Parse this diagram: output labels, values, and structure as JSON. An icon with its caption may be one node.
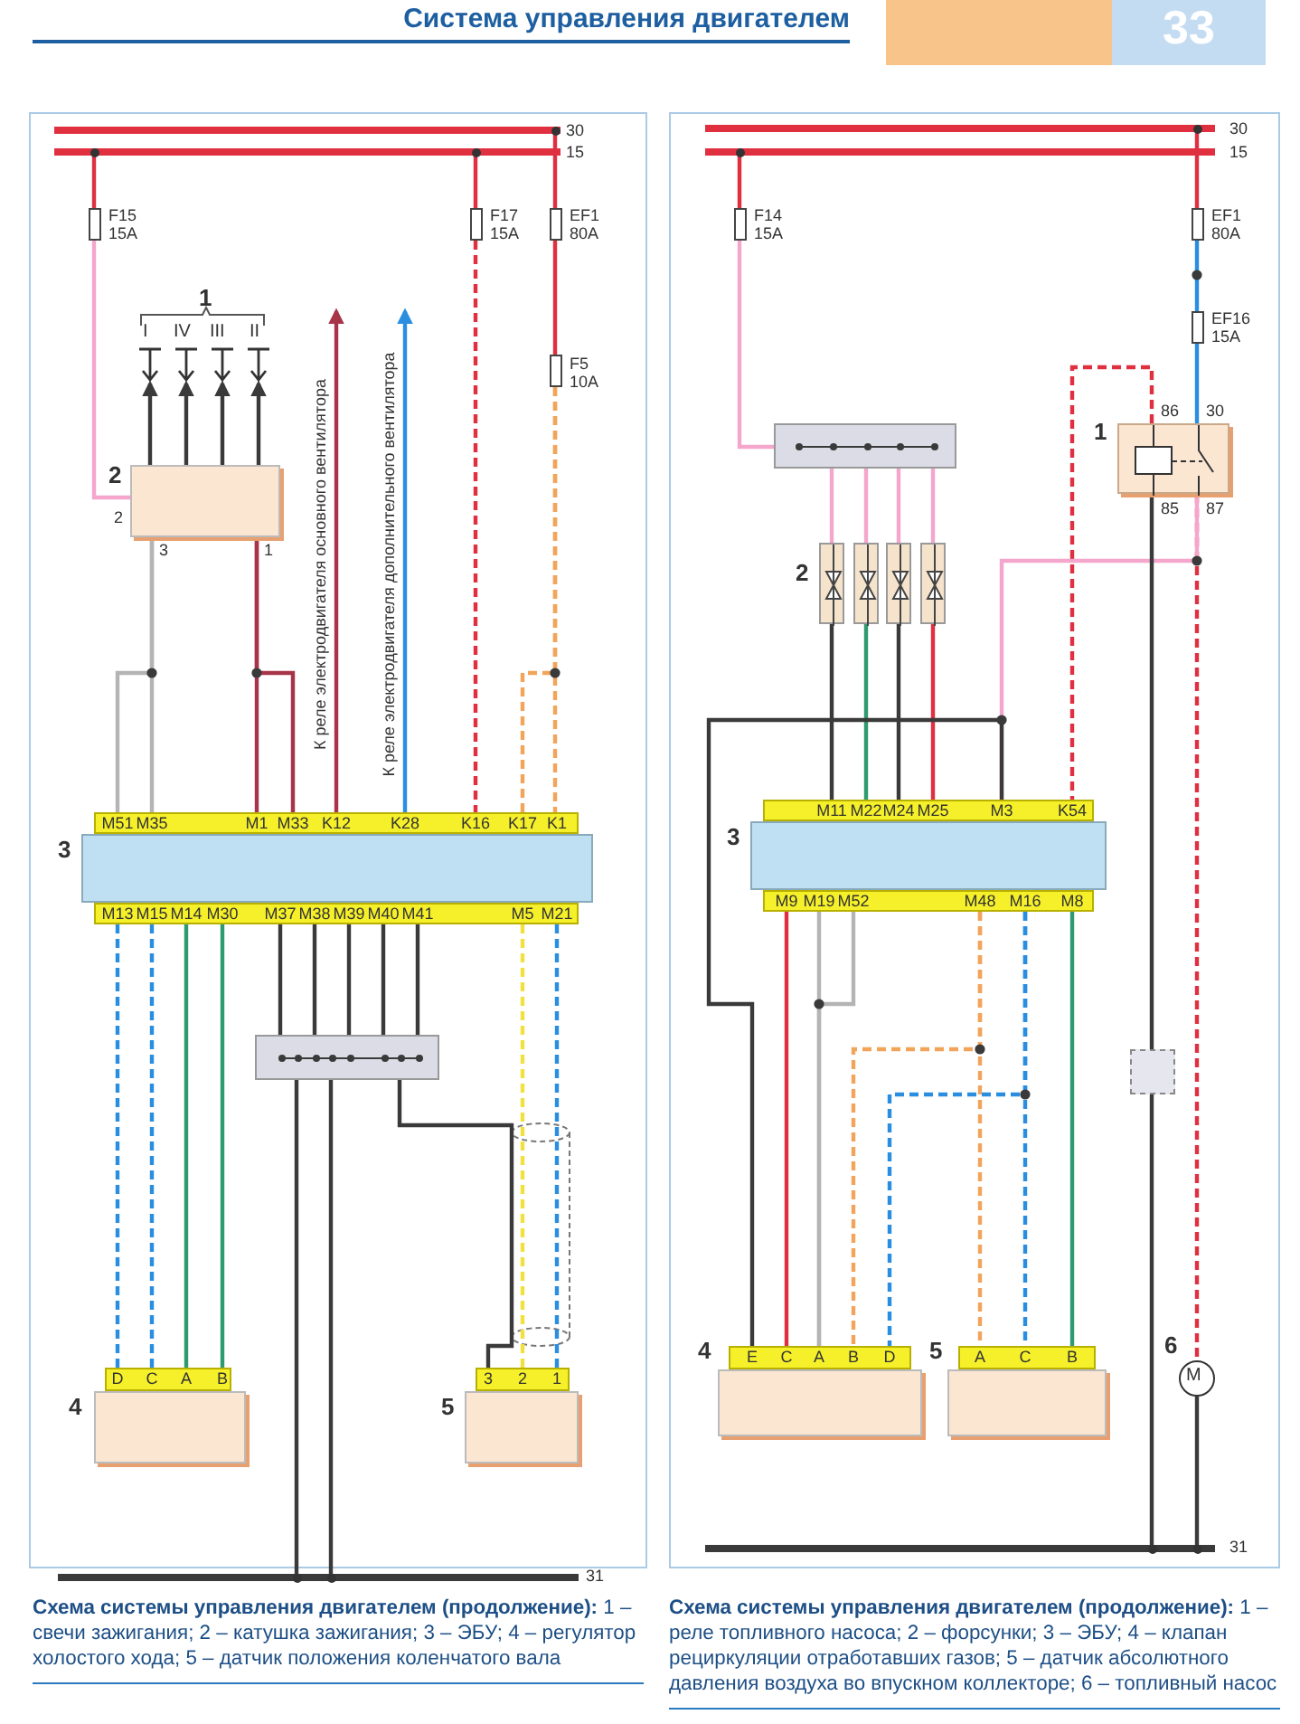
{
  "diagram": {
    "title": "Система управления двигателем",
    "nodes": [
      {
        "text": [],
        "shape": "bar",
        "beside": [
          "30"
        ]
      },
      {
        "text": [],
        "shape": "bar",
        "beside": [
          "15"
        ]
      },
      {
        "text": [],
        "shape": "fuse",
        "beside": [
          "F15 15A"
        ]
      },
      {
        "text": [],
        "shape": "fuse",
        "beside": [
          "F17 15A"
        ]
      },
      {
        "text": [],
        "shape": "fuse",
        "beside": [
          "EF1 80A"
        ]
      },
      {
        "text": [],
        "shape": "fuse",
        "beside": [
          "F5 10A"
        ]
      },
      {
        "text": [
          "I"
        ]
      },
      {
        "text": [
          "IV"
        ]
      },
      {
        "text": [
          "III"
        ]
      },
      {
        "text": [
          "II"
        ]
      },
      {
        "text": [
          "2"
        ],
        "beside": [
          "2",
          "3",
          "1"
        ]
      },
      {
        "text": [
          "3"
        ],
        "beside": [
          "M51",
          "M35",
          "M1",
          "M33",
          "K12",
          "K28",
          "K16",
          "K17",
          "K1",
          "M13",
          "M15",
          "M14",
          "M30",
          "M37",
          "M38",
          "M39",
          "M40",
          "M41",
          "M5",
          "M21"
        ]
      },
      {
        "text": [],
        "shape": "box"
      },
      {
        "text": [
          "4"
        ],
        "beside": [
          "D",
          "C",
          "A",
          "B"
        ]
      },
      {
        "text": [
          "5"
        ],
        "beside": [
          "3",
          "2",
          "1"
        ]
      },
      {
        "text": [],
        "shape": "bar",
        "beside": [
          "31"
        ]
      },
      {
        "text": [],
        "shape": "bar",
        "beside": [
          "30"
        ]
      },
      {
        "text": [],
        "shape": "bar",
        "beside": [
          "15"
        ]
      },
      {
        "text": [],
        "shape": "fuse",
        "beside": [
          "F14 15A"
        ]
      },
      {
        "text": [],
        "shape": "fuse",
        "beside": [
          "EF1 80A"
        ]
      },
      {
        "text": [],
        "shape": "fuse",
        "beside": [
          "EF16 15A"
        ]
      },
      {
        "text": [
          "1"
        ],
        "beside": [
          "86",
          "30",
          "85",
          "87"
        ]
      },
      {
        "text": [],
        "shape": "box"
      },
      {
        "text": [],
        "shape": "valve"
      },
      {
        "text": [],
        "shape": "valve"
      },
      {
        "text": [],
        "shape": "valve"
      },
      {
        "text": [],
        "shape": "valve"
      },
      {
        "text": [
          "3"
        ],
        "beside": [
          "M11",
          "M22",
          "M24",
          "M25",
          "M3",
          "K54",
          "M9",
          "M19",
          "M52",
          "M48",
          "M16",
          "M8"
        ]
      },
      {
        "text": [
          "4"
        ],
        "beside": [
          "E",
          "C",
          "A",
          "B",
          "D"
        ]
      },
      {
        "text": [
          "5"
        ],
        "beside": [
          "A",
          "C",
          "B"
        ]
      },
      {
        "text": [],
        "shape": "box"
      },
      {
        "text": [
          "M"
        ],
        "beside": [
          "6"
        ]
      },
      {
        "text": [],
        "shape": "bar",
        "beside": [
          "31"
        ]
      }
    ],
    "edges": [
      {
        "from": 1,
        "to": 2,
        "arrow": "none",
        "color": "#e03040"
      },
      {
        "from": 2,
        "to": 10,
        "arrow": "none",
        "color": "#f4a6cc"
      },
      {
        "from": 1,
        "to": 3,
        "arrow": "none",
        "color": "#e03040"
      },
      {
        "from": 3,
        "to": 11,
        "arrow": "none",
        "style": "dashed",
        "color": "#e03040"
      },
      {
        "from": 0,
        "to": 4,
        "arrow": "none",
        "color": "#e03040"
      },
      {
        "from": 4,
        "to": 5,
        "arrow": "none",
        "color": "#e03040"
      },
      {
        "from": 5,
        "to": 11,
        "arrow": "none",
        "style": "dashed",
        "color": "#f2a45a"
      },
      {
        "from": 5,
        "to": 11,
        "arrow": "none",
        "style": "dashed",
        "color": "#f2a45a"
      },
      {
        "from": 10,
        "to": 6,
        "arrow": "to"
      },
      {
        "from": 10,
        "to": 7,
        "arrow": "to"
      },
      {
        "from": 10,
        "to": 8,
        "arrow": "to"
      },
      {
        "from": 10,
        "to": 9,
        "arrow": "to"
      },
      {
        "from": 10,
        "to": 11,
        "arrow": "none",
        "color": "#b4b4b4"
      },
      {
        "from": 10,
        "to": 11,
        "arrow": "none",
        "color": "#b4b4b4"
      },
      {
        "from": 10,
        "to": 11,
        "arrow": "none",
        "color": "#a8344a"
      },
      {
        "from": 10,
        "to": 11,
        "arrow": "none",
        "color": "#a8344a"
      },
      {
        "from": 11,
        "to": null,
        "arrow": "to",
        "label": "К реле электродвигателя основного вентилятора",
        "color": "#a8344a"
      },
      {
        "from": 11,
        "to": null,
        "arrow": "to",
        "label": "К реле электродвигателя дополнительного вентилятора",
        "color": "#2a8ee0"
      },
      {
        "from": 11,
        "to": 13,
        "arrow": "none",
        "style": "dashed",
        "color": "#2a8ee0"
      },
      {
        "from": 11,
        "to": 13,
        "arrow": "none",
        "style": "dashed",
        "color": "#2a8ee0"
      },
      {
        "from": 11,
        "to": 13,
        "arrow": "none",
        "color": "#2e9a70"
      },
      {
        "from": 11,
        "to": 13,
        "arrow": "none",
        "color": "#2e9a70"
      },
      {
        "from": 11,
        "to": 12,
        "arrow": "none"
      },
      {
        "from": 11,
        "to": 12,
        "arrow": "none"
      },
      {
        "from": 11,
        "to": 12,
        "arrow": "none"
      },
      {
        "from": 11,
        "to": 12,
        "arrow": "none"
      },
      {
        "from": 11,
        "to": 12,
        "arrow": "none"
      },
      {
        "from": 12,
        "to": 15,
        "arrow": "none"
      },
      {
        "from": 12,
        "to": 15,
        "arrow": "none"
      },
      {
        "from": 12,
        "to": 14,
        "arrow": "none"
      },
      {
        "from": 11,
        "to": 14,
        "arrow": "none",
        "style": "dashed",
        "color": "#f2e040"
      },
      {
        "from": 11,
        "to": 14,
        "arrow": "none",
        "style": "dashed",
        "color": "#2a8ee0"
      },
      {
        "from": 17,
        "to": 18,
        "arrow": "none",
        "color": "#e03040"
      },
      {
        "from": 18,
        "to": 22,
        "arrow": "none",
        "color": "#f4a6cc"
      },
      {
        "from": 22,
        "to": 23,
        "arrow": "none",
        "color": "#f4a6cc"
      },
      {
        "from": 22,
        "to": 24,
        "arrow": "none",
        "color": "#f4a6cc"
      },
      {
        "from": 22,
        "to": 25,
        "arrow": "none",
        "color": "#f4a6cc"
      },
      {
        "from": 22,
        "to": 26,
        "arrow": "none",
        "color": "#f4a6cc"
      },
      {
        "from": 23,
        "to": 27,
        "arrow": "none"
      },
      {
        "from": 24,
        "to": 27,
        "arrow": "none",
        "color": "#2e9a70"
      },
      {
        "from": 25,
        "to": 27,
        "arrow": "none"
      },
      {
        "from": 26,
        "to": 27,
        "arrow": "none",
        "color": "#e03040"
      },
      {
        "from": 16,
        "to": 19,
        "arrow": "none",
        "color": "#e03040"
      },
      {
        "from": 19,
        "to": 20,
        "arrow": "none",
        "color": "#2a8ee0"
      },
      {
        "from": 20,
        "to": 21,
        "arrow": "none",
        "color": "#2a8ee0"
      },
      {
        "from": 21,
        "to": 27,
        "arrow": "none",
        "style": "dashed",
        "color": "#e03040"
      },
      {
        "from": 21,
        "to": 31,
        "arrow": "none",
        "style": "dashed",
        "color": "#e03040"
      },
      {
        "from": 21,
        "to": 27,
        "arrow": "none",
        "color": "#f4a6cc"
      },
      {
        "from": 27,
        "to": 28,
        "arrow": "none"
      },
      {
        "from": 21,
        "to": 30,
        "arrow": "none"
      },
      {
        "from": 30,
        "to": 32,
        "arrow": "none"
      },
      {
        "from": 27,
        "to": 28,
        "arrow": "none",
        "color": "#e03040"
      },
      {
        "from": 27,
        "to": 28,
        "arrow": "none",
        "color": "#b4b4b4"
      },
      {
        "from": 27,
        "to": 28,
        "arrow": "none",
        "color": "#b4b4b4"
      },
      {
        "from": 27,
        "to": 28,
        "arrow": "none",
        "style": "dashed",
        "color": "#f2a45a"
      },
      {
        "from": 27,
        "to": 29,
        "arrow": "none",
        "style": "dashed",
        "color": "#f2a45a"
      },
      {
        "from": 27,
        "to": 28,
        "arrow": "none",
        "style": "dashed",
        "color": "#2a8ee0"
      },
      {
        "from": 27,
        "to": 29,
        "arrow": "none",
        "style": "dashed",
        "color": "#2a8ee0"
      },
      {
        "from": 27,
        "to": 29,
        "arrow": "none",
        "color": "#2e9a70"
      },
      {
        "from": 31,
        "to": 32,
        "arrow": "none"
      }
    ],
    "labels": [
      "33",
      "1",
      "2",
      "**Схема системы управления двигателем (продолжение):** 1 – свечи зажигания; 2 – катушка зажигания; 3 – ЭБУ; 4 – регулятор холостого хода; 5 – датчик положения коленчатого вала",
      "**Схема системы управления двигателем (продолжение):** 1 – реле топливного насоса; 2 – форсунки; 3 – ЭБУ; 4 – клапан рециркуляции отработавших газов; 5 – датчик абсолютного давления воздуха во впускном коллекторе; 6 – топливный насос"
    ]
  }
}
